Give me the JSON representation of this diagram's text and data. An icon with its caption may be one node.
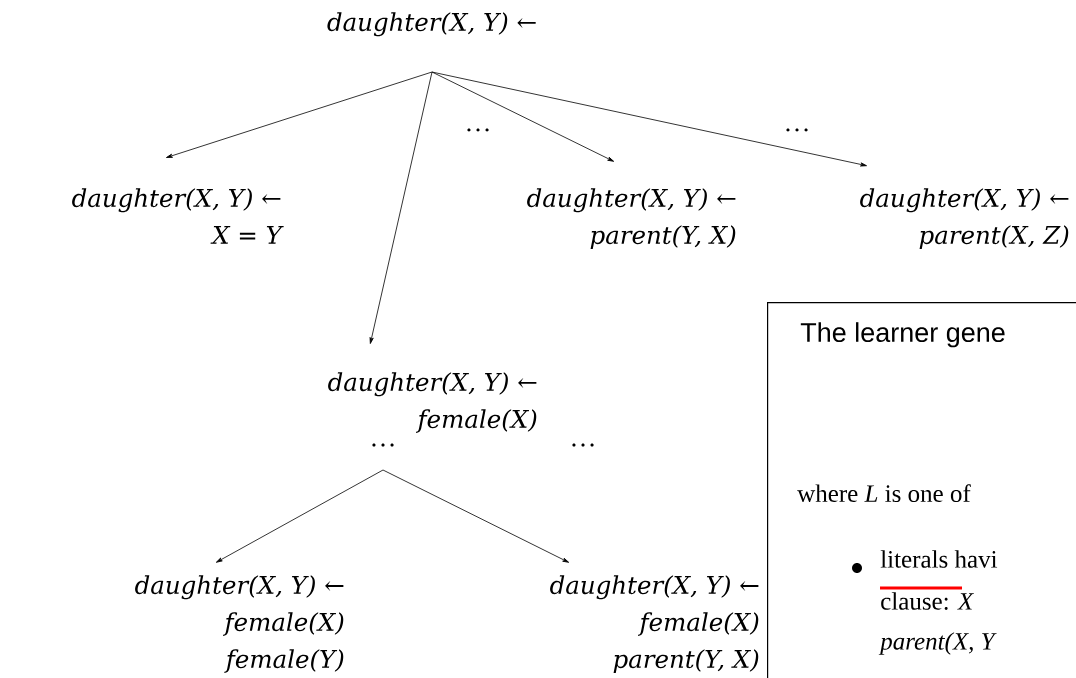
{
  "diagram": {
    "nodes": [
      {
        "text": [
          "daughter(X, Y) ←"
        ]
      },
      {
        "text": [
          "daughter(X, Y) ←",
          "X = Y"
        ]
      },
      {
        "text": [
          "daughter(X, Y) ←",
          "parent(Y, X)"
        ]
      },
      {
        "text": [
          "daughter(X, Y) ←",
          "parent(X, Z)"
        ]
      },
      {
        "text": [
          "daughter(X, Y) ←",
          "female(X)"
        ]
      },
      {
        "text": [
          "daughter(X, Y) ←",
          "female(X)",
          "female(Y)"
        ]
      },
      {
        "text": [
          "daughter(X, Y) ←",
          "female(X)",
          "parent(Y, X)"
        ]
      },
      {
        "text": [
          "The learner gene",
          "where *L* is one of",
          "literals havi",
          "clause: *X*",
          "parent(X, Y"
        ]
      }
    ],
    "edges": [
      {
        "from": 0,
        "to": 1,
        "arrow": "to"
      },
      {
        "from": 0,
        "to": 4,
        "arrow": "to"
      },
      {
        "from": 0,
        "to": 2,
        "arrow": "to"
      },
      {
        "from": 0,
        "to": 3,
        "arrow": "to"
      },
      {
        "from": 4,
        "to": 5,
        "arrow": "to"
      },
      {
        "from": 4,
        "to": 6,
        "arrow": "to"
      }
    ],
    "labels": [
      "…",
      "…",
      "…",
      "…"
    ]
  }
}
